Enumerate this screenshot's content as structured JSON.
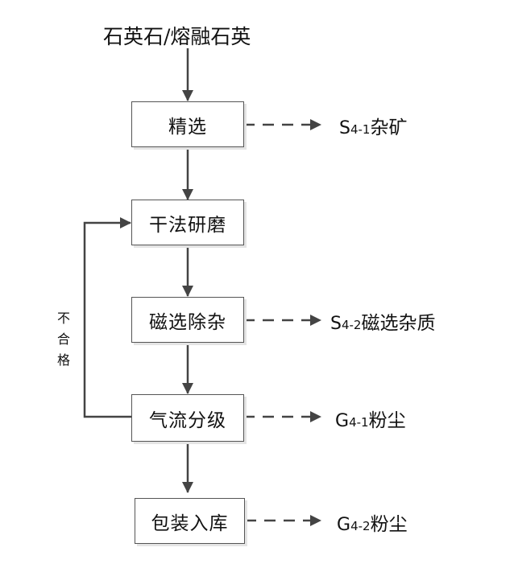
{
  "title": "石英石/熔融石英",
  "steps": [
    {
      "label": "精选",
      "output": {
        "code": "S",
        "sub": "4-1",
        "name": "杂矿"
      }
    },
    {
      "label": "干法研磨"
    },
    {
      "label": "磁选除杂",
      "output": {
        "code": "S",
        "sub": "4-2",
        "name": "磁选杂质"
      }
    },
    {
      "label": "气流分级",
      "output": {
        "code": "G",
        "sub": "4-1",
        "name": "粉尘"
      }
    },
    {
      "label": "包装入库",
      "output": {
        "code": "G",
        "sub": "4-2",
        "name": "粉尘"
      }
    }
  ],
  "loop_label": "不合格"
}
